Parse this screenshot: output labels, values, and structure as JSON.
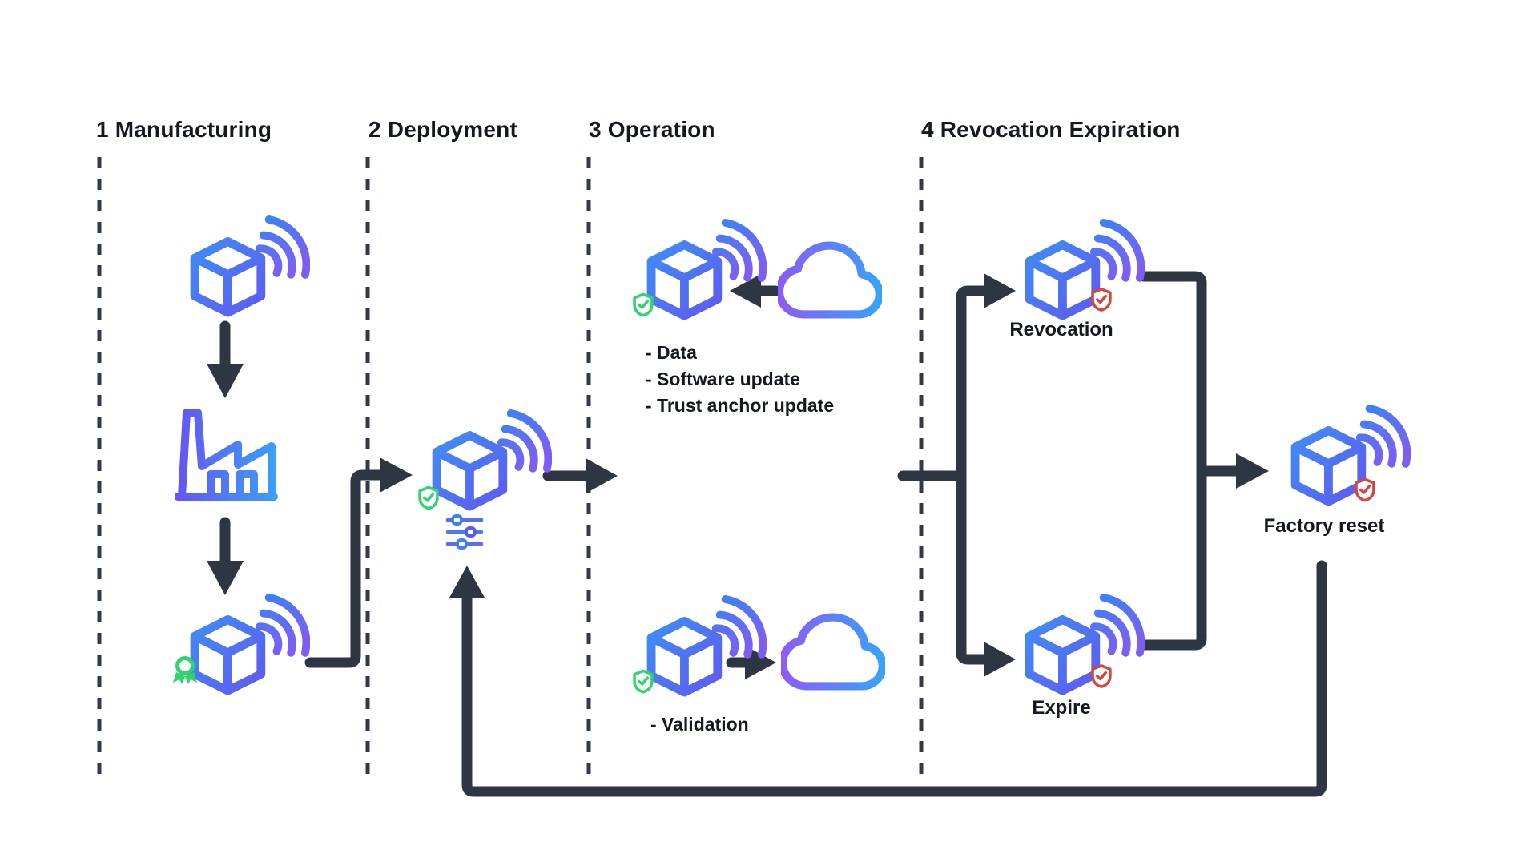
{
  "phases": {
    "manufacturing": {
      "label": "1 Manufacturing"
    },
    "deployment": {
      "label": "2 Deployment"
    },
    "operation": {
      "label": "3 Operation"
    },
    "revocation_expiration": {
      "label": "4 Revocation Expiration"
    }
  },
  "operation_details": {
    "cloud_to_device": [
      "- Data",
      "- Software update",
      "- Trust anchor update"
    ],
    "device_to_cloud": [
      "- Validation"
    ]
  },
  "node_labels": {
    "revocation": "Revocation",
    "expire": "Expire",
    "factory_reset": "Factory reset"
  },
  "icons": {
    "device": "iot-device-wifi-icon",
    "factory": "factory-icon",
    "cloud": "cloud-icon",
    "sliders": "config-sliders-icon",
    "certificate": "certificate-award-icon",
    "shield_green": "shield-check-green-icon",
    "shield_red": "shield-check-red-icon"
  },
  "colors": {
    "connector_dark": "#2d3642",
    "blue": "#3b82f6",
    "purple": "#7c5ff2",
    "green": "#2fd36f",
    "red": "#d9453a",
    "text": "#14181f",
    "background": "#ffffff"
  }
}
